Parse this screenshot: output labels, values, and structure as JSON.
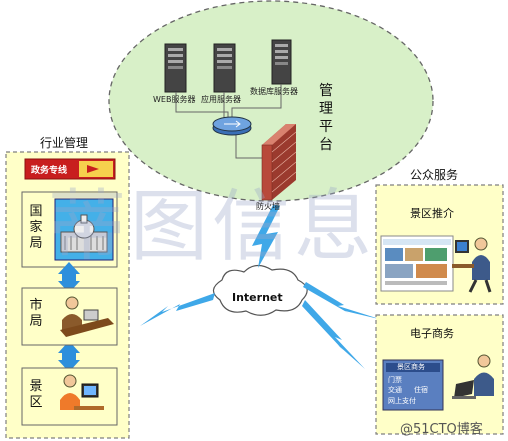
{
  "platform": {
    "label": "管理平台",
    "servers": [
      "WEB服务器",
      "应用服务器",
      "数据库服务器"
    ],
    "firewall": "防火墙"
  },
  "internet": {
    "label": "Internet"
  },
  "industry": {
    "title": "行业管理",
    "banner": "政务专线",
    "levels": [
      "国家局",
      "市局",
      "景区"
    ]
  },
  "public": {
    "title": "公众服务",
    "scenic_promo": "景区推介",
    "ecommerce": "电子商务",
    "ecommerce_panel": "景区商务",
    "ecommerce_items": [
      "门票",
      "交通",
      "住宿",
      "网上支付"
    ]
  },
  "watermark": {
    "text": "蒂图信息",
    "credit": "@51CTO博客"
  },
  "colors": {
    "cloud": "#d8f0c8",
    "panel": "#ffffc8",
    "panel_border": "#7f7f7f",
    "link": "#3fa8e8",
    "firewall": "#b8493a",
    "arrow": "#2e8fdc"
  }
}
